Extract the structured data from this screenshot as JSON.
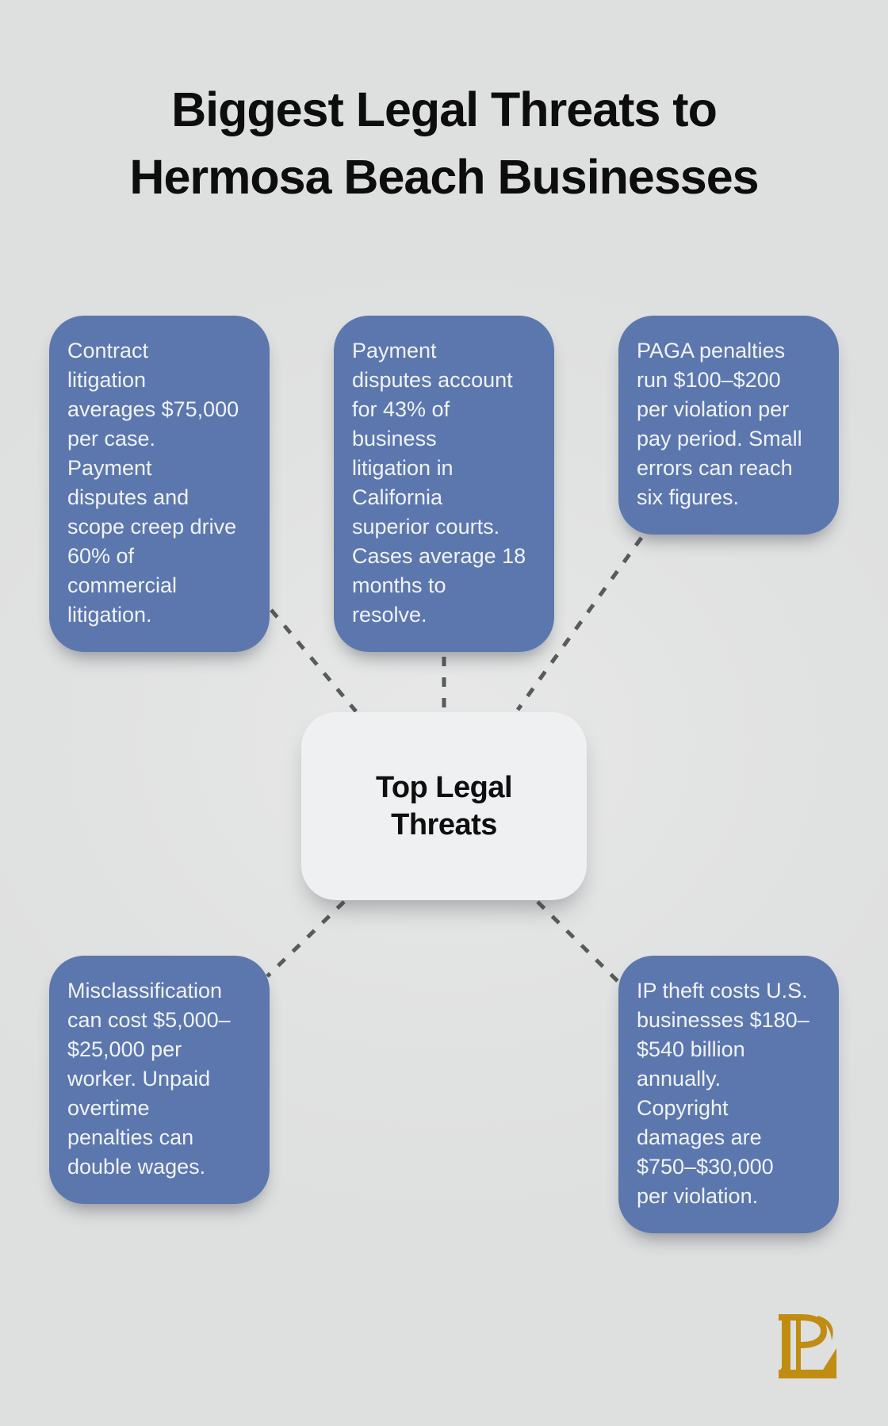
{
  "title": {
    "lines": [
      "Biggest Legal Threats to",
      "Hermosa Beach Businesses"
    ]
  },
  "center_node": {
    "lines": [
      "Top Legal",
      "Threats"
    ]
  },
  "branches": [
    {
      "id": "contract-litigation",
      "lines": [
        "Contract",
        "litigation",
        "averages $75,000",
        "per case.",
        "Payment",
        "disputes and",
        "scope creep drive",
        "60% of",
        "commercial",
        "litigation."
      ]
    },
    {
      "id": "payment-disputes",
      "lines": [
        "Payment",
        "disputes account",
        "for 43% of",
        "business",
        "litigation in",
        "California",
        "superior courts.",
        "Cases average 18",
        "months to",
        "resolve."
      ]
    },
    {
      "id": "paga-penalties",
      "lines": [
        "PAGA penalties",
        "run $100–$200",
        "per violation per",
        "pay period. Small",
        "errors can reach",
        "six figures."
      ]
    },
    {
      "id": "misclassification",
      "lines": [
        "Misclassification",
        "can cost $5,000–",
        "$25,000 per",
        "worker. Unpaid",
        "overtime",
        "penalties can",
        "double wages."
      ]
    },
    {
      "id": "ip-theft",
      "lines": [
        "IP theft costs U.S.",
        "businesses $180–",
        "$540 billion",
        "annually.",
        "Copyright",
        "damages are",
        "$750–$30,000",
        "per violation."
      ]
    }
  ],
  "colors": {
    "background": "#dfe0e0",
    "branch_fill": "#5c77ad",
    "branch_text": "#f0f3f6",
    "center_fill": "#eff0f2",
    "center_text": "#0f0f0f",
    "title_text": "#0d0d0d",
    "connector": "#575b5b",
    "logo_gold": "#c08d12"
  },
  "logo": {
    "name": "LP monogram"
  }
}
